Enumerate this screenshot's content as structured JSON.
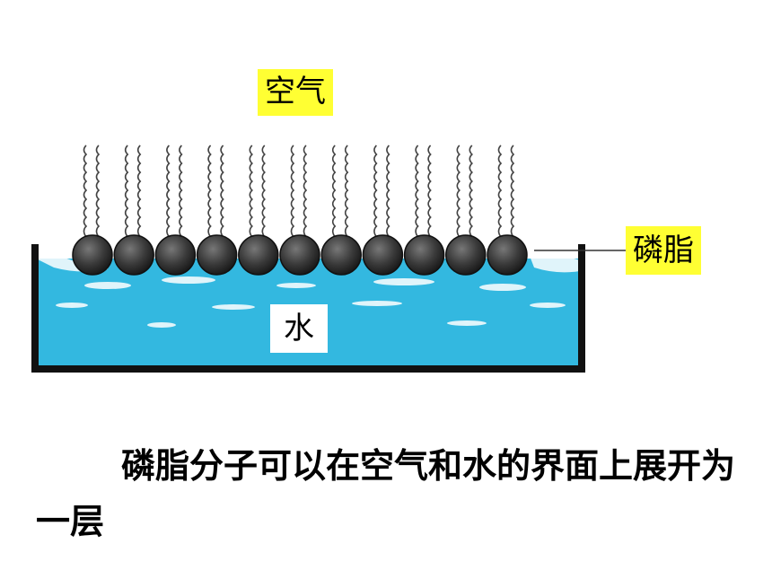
{
  "labels": {
    "air": "空气",
    "phospholipid": "磷脂",
    "water": "水"
  },
  "caption": "磷脂分子可以在空气和水的界面上展开为一层",
  "colors": {
    "water": "#33b8e0",
    "label_highlight": "#ffff33",
    "phospholipid_head": "#3a3a3a"
  }
}
